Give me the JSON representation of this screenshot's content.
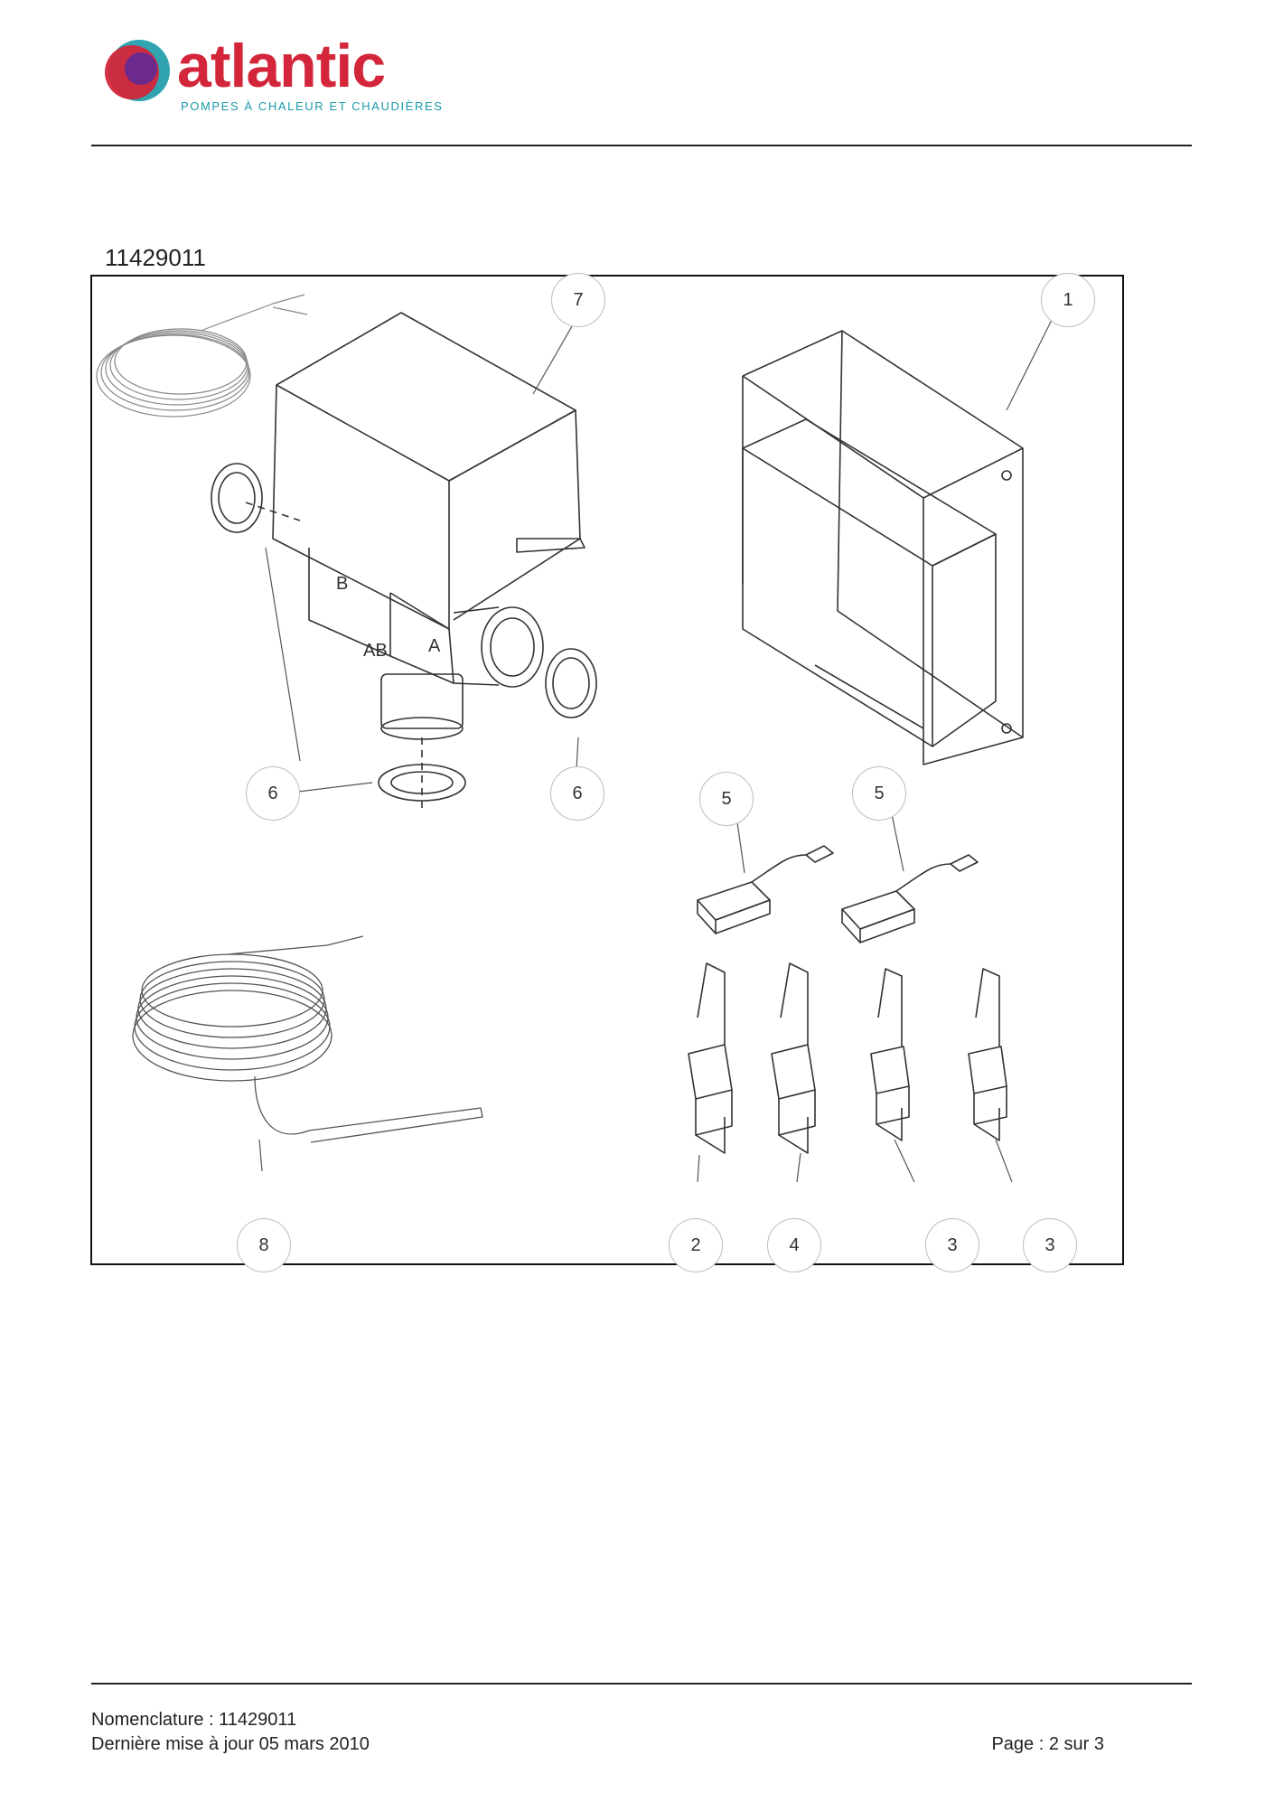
{
  "header": {
    "brand": "atlantic",
    "tagline": "POMPES À CHALEUR ET CHAUDIÈRES"
  },
  "document": {
    "reference": "11429011"
  },
  "diagram": {
    "callouts": [
      "7",
      "1",
      "6",
      "6",
      "5",
      "5",
      "8",
      "2",
      "4",
      "3",
      "3"
    ]
  },
  "footer": {
    "nomenclature": "Nomenclature : 11429011",
    "updated": "Dernière mise à jour 05 mars 2010",
    "page": "Page : 2 sur 3"
  },
  "colors": {
    "brand_red": "#d3263a",
    "brand_teal": "#1a9aa8",
    "brand_purple": "#6b2a8c"
  }
}
